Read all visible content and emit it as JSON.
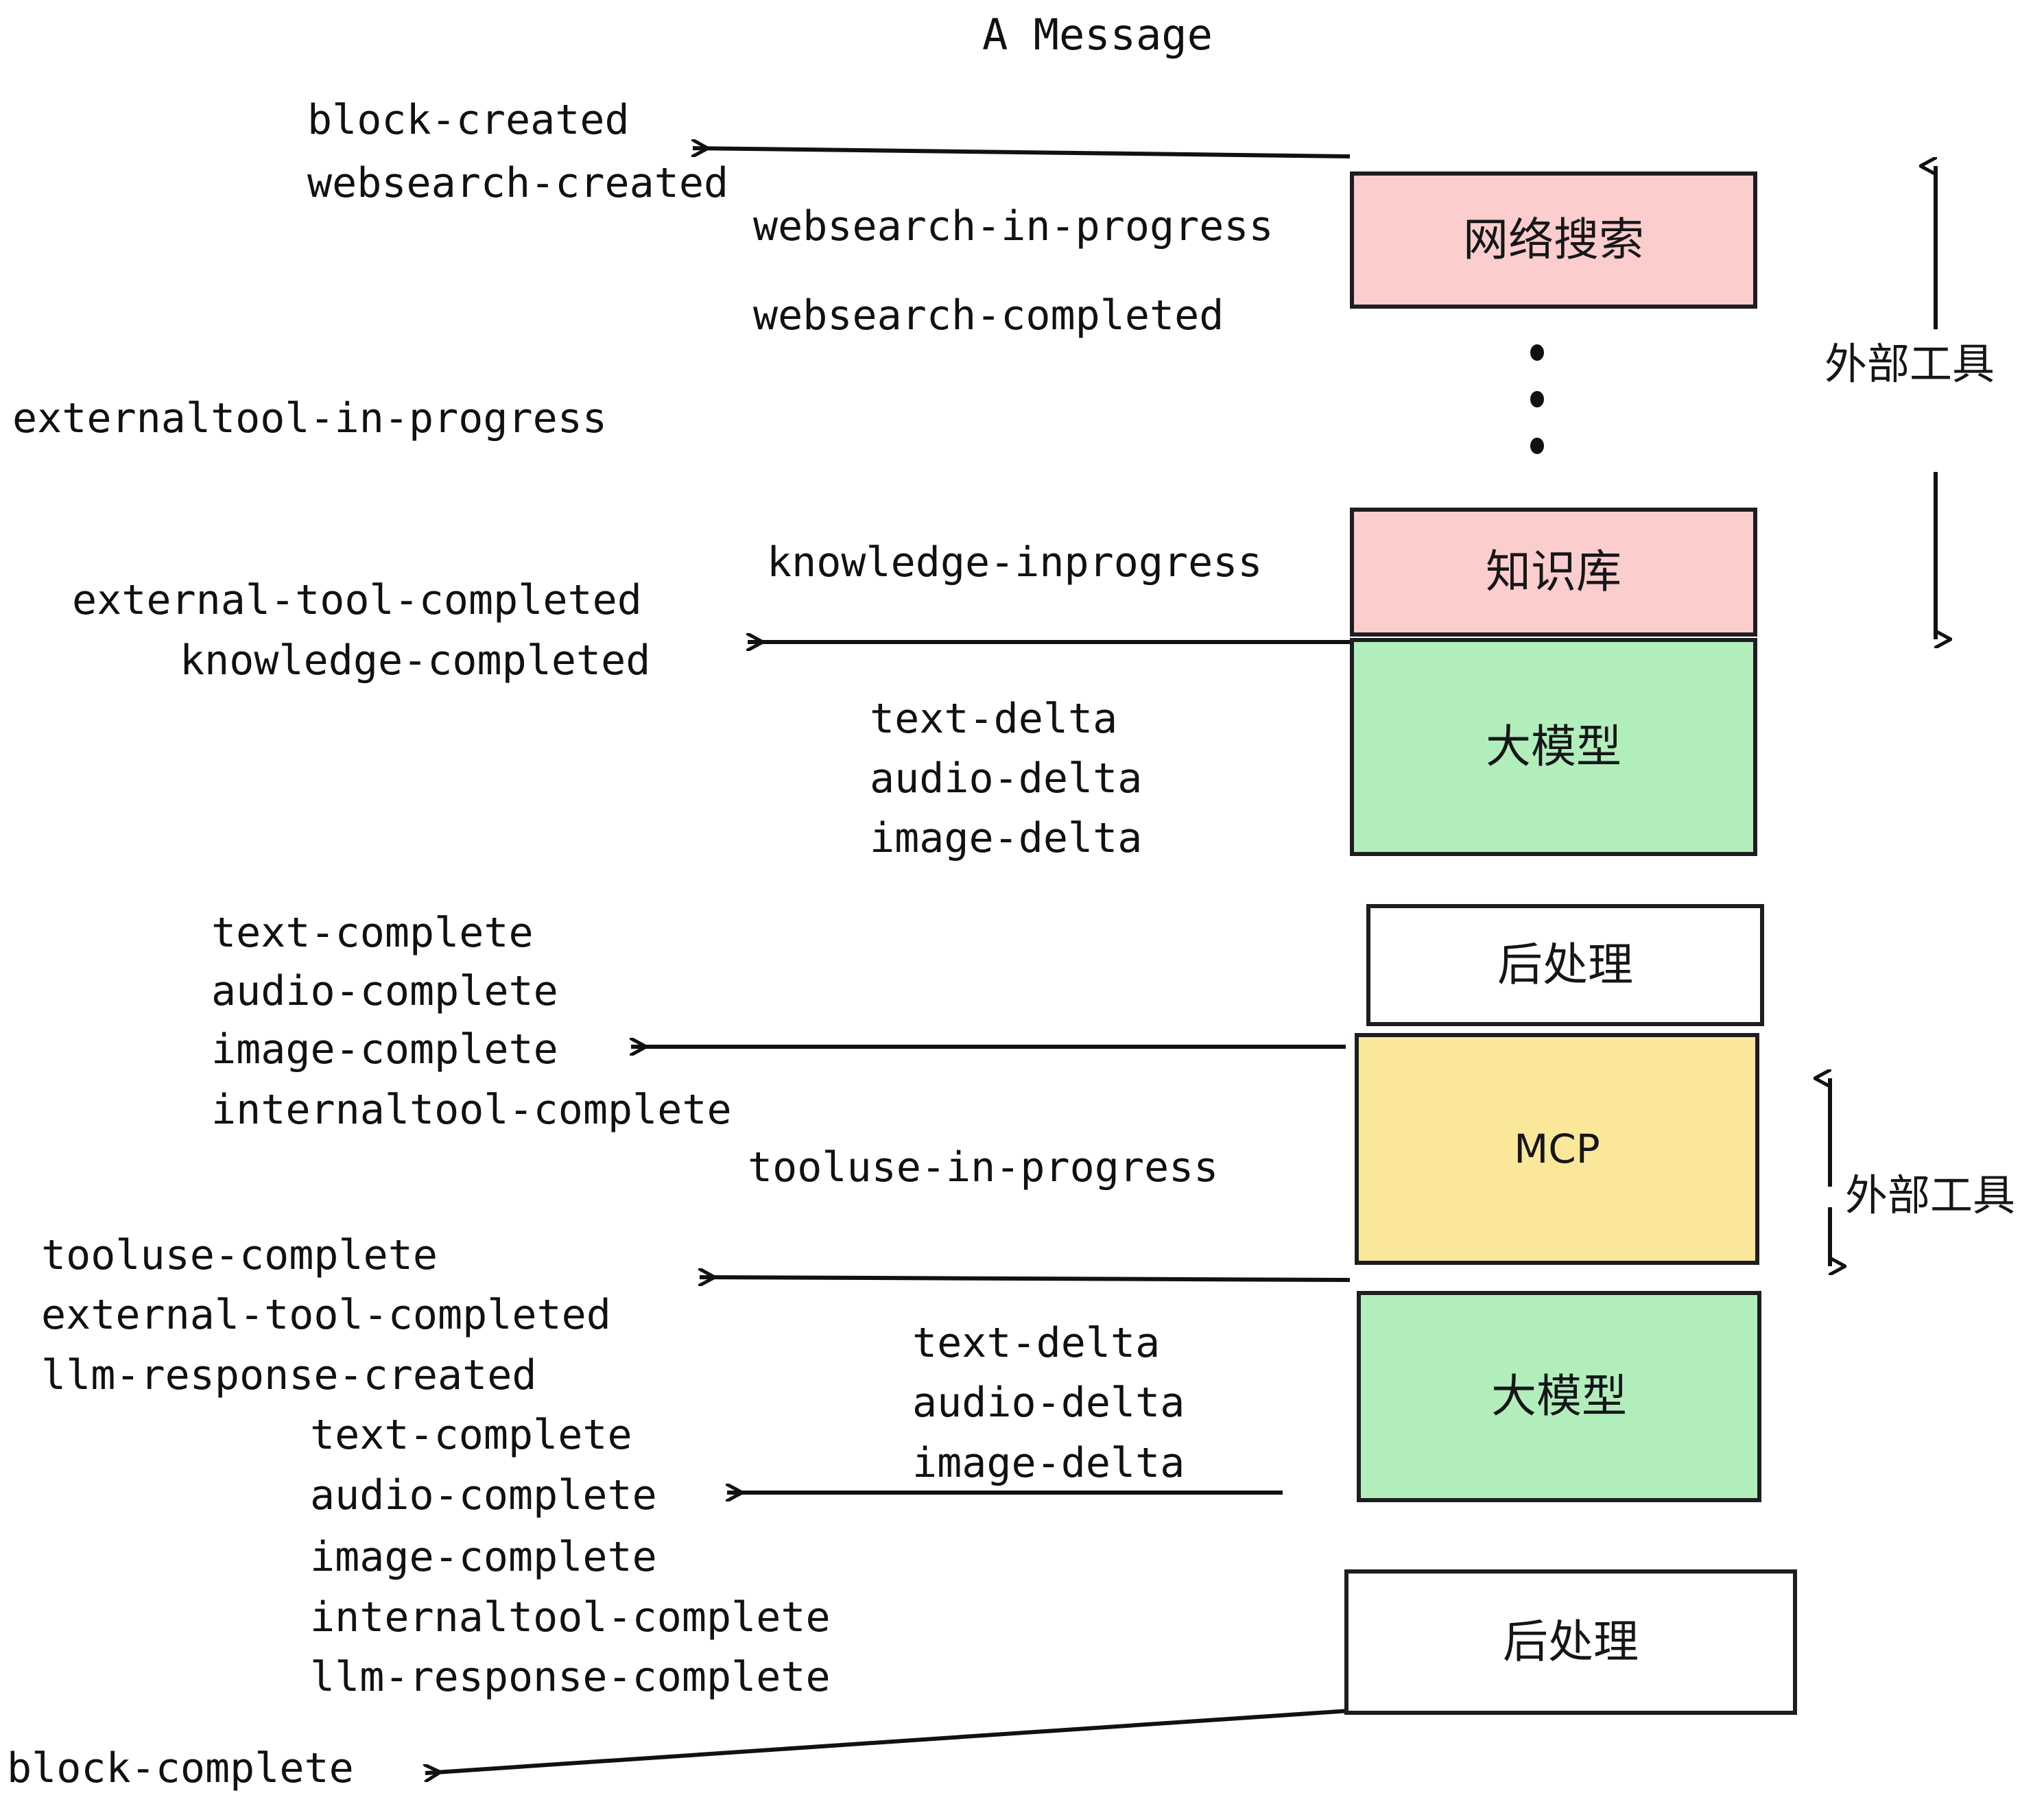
{
  "diagram": {
    "title": "A Message",
    "colors": {
      "pink": "#fbcdcd",
      "green": "#b2eebc",
      "yellow": "#fae79a",
      "white": "#ffffff",
      "stroke": "#1d1d22",
      "text": "#111111"
    },
    "nodes": [
      {
        "id": "websearch",
        "label": "网络搜索",
        "fill": "#fbcdcd"
      },
      {
        "id": "knowledge",
        "label": "知识库",
        "fill": "#fbcdcd"
      },
      {
        "id": "llm-top",
        "label": "大模型",
        "fill": "#b2eebc"
      },
      {
        "id": "post-top",
        "label": "后处理",
        "fill": "#ffffff"
      },
      {
        "id": "mcp",
        "label": "MCP",
        "fill": "#fae79a"
      },
      {
        "id": "llm-bottom",
        "label": "大模型",
        "fill": "#b2eebc"
      },
      {
        "id": "post-bottom",
        "label": "后处理",
        "fill": "#ffffff"
      }
    ],
    "side_labels": [
      {
        "id": "external-tool-top",
        "label": "外部工具"
      },
      {
        "id": "external-tool-bottom",
        "label": "外部工具"
      }
    ],
    "events": [
      {
        "id": "block-created",
        "label": "block-created"
      },
      {
        "id": "websearch-created",
        "label": "websearch-created"
      },
      {
        "id": "websearch-in-progress",
        "label": "websearch-in-progress"
      },
      {
        "id": "websearch-completed",
        "label": "websearch-completed"
      },
      {
        "id": "externaltool-in-progress",
        "label": "externaltool-in-progress"
      },
      {
        "id": "knowledge-inprogress",
        "label": "knowledge-inprogress"
      },
      {
        "id": "external-tool-completed-1",
        "label": "external-tool-completed"
      },
      {
        "id": "knowledge-completed",
        "label": "knowledge-completed"
      },
      {
        "id": "text-delta-1",
        "label": "text-delta"
      },
      {
        "id": "audio-delta-1",
        "label": "audio-delta"
      },
      {
        "id": "image-delta-1",
        "label": "image-delta"
      },
      {
        "id": "text-complete-1",
        "label": "text-complete"
      },
      {
        "id": "audio-complete-1",
        "label": "audio-complete"
      },
      {
        "id": "image-complete-1",
        "label": "image-complete"
      },
      {
        "id": "internaltool-complete-1",
        "label": "internaltool-complete"
      },
      {
        "id": "tooluse-in-progress",
        "label": "tooluse-in-progress"
      },
      {
        "id": "tooluse-complete",
        "label": "tooluse-complete"
      },
      {
        "id": "external-tool-completed-2",
        "label": "external-tool-completed"
      },
      {
        "id": "llm-response-created",
        "label": "llm-response-created"
      },
      {
        "id": "text-delta-2",
        "label": "text-delta"
      },
      {
        "id": "audio-delta-2",
        "label": "audio-delta"
      },
      {
        "id": "image-delta-2",
        "label": "image-delta"
      },
      {
        "id": "text-complete-2",
        "label": "text-complete"
      },
      {
        "id": "audio-complete-2",
        "label": "audio-complete"
      },
      {
        "id": "image-complete-2",
        "label": "image-complete"
      },
      {
        "id": "internaltool-complete-2",
        "label": "internaltool-complete"
      },
      {
        "id": "llm-response-complete",
        "label": "llm-response-complete"
      },
      {
        "id": "block-complete",
        "label": "block-complete"
      }
    ]
  }
}
